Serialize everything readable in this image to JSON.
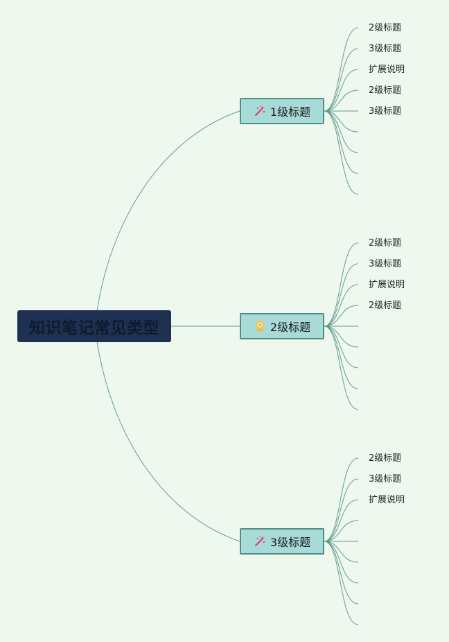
{
  "root": {
    "label": "知识笔记常见类型"
  },
  "branches": [
    {
      "label": "1级标题",
      "icon": "magic-wand-icon",
      "leaves": [
        "2级标题",
        "3级标题",
        "扩展说明",
        "2级标题",
        "3级标题",
        "",
        "",
        "",
        ""
      ]
    },
    {
      "label": "2级标题",
      "icon": "award-medal-icon",
      "leaves": [
        "2级标题",
        "3级标题",
        "扩展说明",
        "2级标题",
        "",
        "",
        "",
        "",
        ""
      ]
    },
    {
      "label": "3级标题",
      "icon": "magic-wand-icon",
      "leaves": [
        "2级标题",
        "3级标题",
        "扩展说明",
        "",
        "",
        "",
        "",
        "",
        ""
      ]
    }
  ],
  "colors": {
    "background": "#eff8ef",
    "root_fill": "#1f3152",
    "branch_fill": "#a8dbd8",
    "branch_border": "#4f8f83",
    "connector": "#5f9c8c"
  }
}
